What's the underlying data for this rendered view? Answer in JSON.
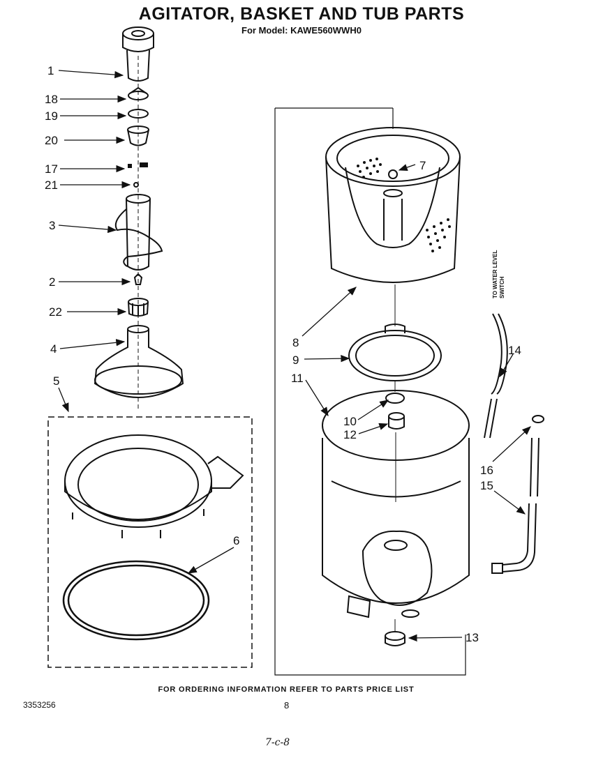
{
  "header": {
    "title": "AGITATOR, BASKET AND TUB PARTS",
    "model": "For Model: KAWE560WWH0"
  },
  "callouts": {
    "c1": "1",
    "c18": "18",
    "c19": "19",
    "c20": "20",
    "c17": "17",
    "c21": "21",
    "c3": "3",
    "c2": "2",
    "c22": "22",
    "c4": "4",
    "c5": "5",
    "c6": "6",
    "c7": "7",
    "c8": "8",
    "c9": "9",
    "c11": "11",
    "c10": "10",
    "c12": "12",
    "c13": "13",
    "c14": "14",
    "c15": "15",
    "c16": "16"
  },
  "side_note": {
    "line1": "TO WATER LEVEL",
    "line2": "SWITCH"
  },
  "footer": {
    "instruction": "FOR ORDERING INFORMATION REFER TO PARTS PRICE LIST",
    "doc_number": "3353256",
    "page_number": "8",
    "handwritten_note": "7-c-8"
  }
}
